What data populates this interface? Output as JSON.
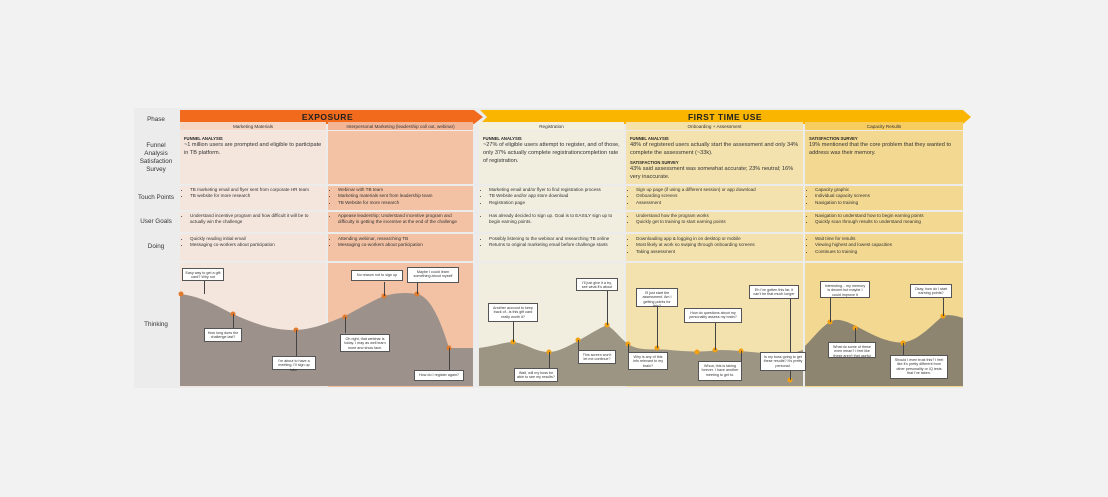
{
  "row_labels": {
    "phase": "Phase",
    "funnel": [
      "Funnel Analysis",
      "Satisfaction",
      "Survey"
    ],
    "touch": "Touch Points",
    "goals": "User Goals",
    "doing": "Doing",
    "thinking": "Thinking"
  },
  "phases": [
    {
      "label": "EXPOSURE",
      "color": "#f26a1b"
    },
    {
      "label": "FIRST TIME USE",
      "color": "#f9b500"
    }
  ],
  "stages": [
    "Marketing Materials",
    "Interpersonal Marketing (leadership call out, webinar)",
    "Registration",
    "Onboarding + Assessment",
    "Capacity Results"
  ],
  "funnel": {
    "c1": {
      "head": "FUNNEL ANALYSIS",
      "text": "~1 million users are prompted and eligible to participate in TB platform."
    },
    "c3": {
      "head": "FUNNEL ANALYSIS",
      "text": "~27% of eligible users attempt to register, and of those, only 37% actually complete registrationcompletion rate of registration."
    },
    "c4": {
      "head": "FUNNEL ANALYSIS",
      "text": "48% of registered users actually start the assessment and only 34% complete the assessment (~33k).",
      "head2": "SATISFACTION SURVEY",
      "text2": "43% said assessment was somewhat accurate; 23% neutral; 16% very inaccurate."
    },
    "c5": {
      "head": "SATISFACTION SURVEY",
      "text": "19% mentioned that the core problem that they wanted to address was their memory."
    }
  },
  "touch": {
    "c1": [
      "TB marketing email and flyer sent from corporate HR team",
      "TB website for more research"
    ],
    "c2": [
      "Webinar with TB team",
      "Marketing materials sent from leadership team",
      "TB Website for more research"
    ],
    "c3": [
      "Marketing email and/or flyer to find registration process",
      "TB Website and/or app store download",
      "Registration page"
    ],
    "c4": [
      "Sign up page (if using a different session) or app download",
      "Onboarding screens",
      "Assessment"
    ],
    "c5": [
      "Capacity graphic",
      "Individual capacity screens",
      "Navigation to training"
    ]
  },
  "goals": {
    "c1": [
      "Understand incentive program and how difficult it will be to actually win the challenge"
    ],
    "c2": [
      "Appease leadership; Understand incentive program and difficulty in getting the incentive at the end of the challenge"
    ],
    "c3": [
      "Has already decided to sign up. Goal is to EASILY sign up to begin earning points."
    ],
    "c4": [
      "Understand how the program works",
      "Quickly get to training to start earning points"
    ],
    "c5": [
      "Navigation to understand how to begin earning points",
      "Quickly scan through results to understand meaning"
    ]
  },
  "doing": {
    "c1": [
      "Quickly reading initial email",
      "Messaging co-workers about participation"
    ],
    "c2": [
      "Attending webinar, researching TB",
      "Messaging co-workers about participation"
    ],
    "c3": [
      "Possibly listening to the webinar and researching TB online",
      "Returns to original marketing email before challenge starts"
    ],
    "c4": [
      "Downloading app & logging in on desktop or mobile",
      "Most likely at work so swiping through onboarding screens",
      "Taking assessment"
    ],
    "c5": [
      "Wait time for results",
      "Viewing highest and lowest capacities",
      "Continues to training"
    ]
  },
  "thoughts": [
    "Easy way to get a gift card? Why not",
    "How long does the challenge last?",
    "I'm about to have a meeting, I'll sign up later",
    "Oh right, that webinar is today. I may as well learn more and show face.",
    "No reason not to sign up",
    "Maybe I could learn something about myself",
    "How do I register again?",
    "Another account to keep track of...is this gift card really worth it?",
    "Wait, will my boss be able to see my results?",
    "This screen won't let me continue?",
    "I'll just give it a try, see what it's about",
    "Why is any of this info relevant to my brain?",
    "I'll just start the assessment. Am I getting points for this?",
    "Whoa, this is taking forever. I have another meeting to get to.",
    "How do questions about my personality assess my brain?",
    "Is my boss going to get these results? It's pretty personal.",
    "Eh I've gotten this far, it can't be that much longer",
    "Interesting... my memory is decent but maybe I could improve it",
    "What do some of these even mean? I feel like these aren't that useful",
    "Should I even trust this? I feel like it's pretty different from other personality or IQ tests that I've taken.",
    "Okay, how do I start earning points?"
  ]
}
